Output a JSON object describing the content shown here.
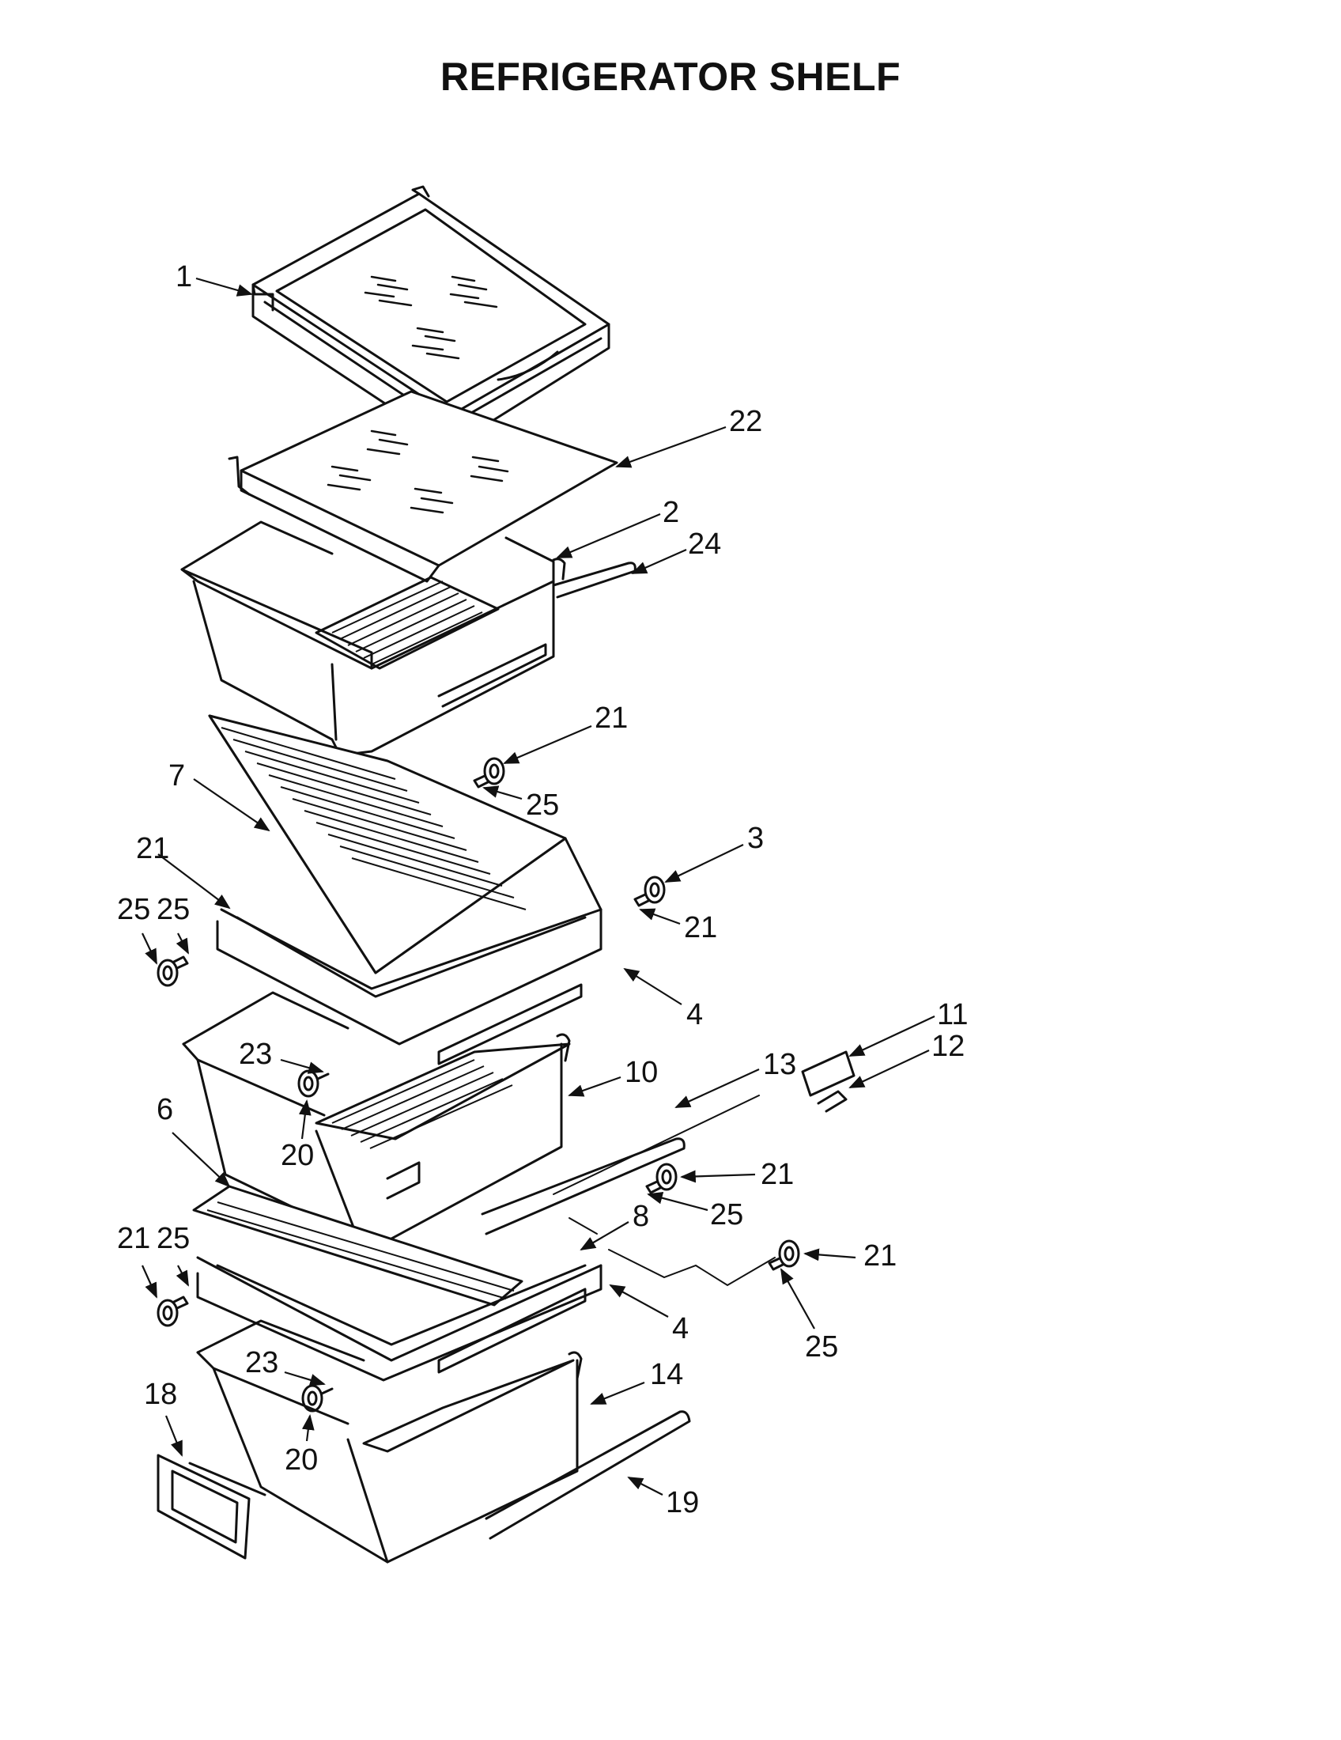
{
  "title": "REFRIGERATOR SHELF",
  "callouts": [
    "1",
    "22",
    "2",
    "24",
    "21",
    "25",
    "7",
    "21",
    "3",
    "21",
    "25",
    "25",
    "4",
    "23",
    "10",
    "13",
    "11",
    "12",
    "6",
    "20",
    "21",
    "25",
    "8",
    "21",
    "21",
    "25",
    "4",
    "25",
    "23",
    "14",
    "18",
    "20",
    "19"
  ]
}
